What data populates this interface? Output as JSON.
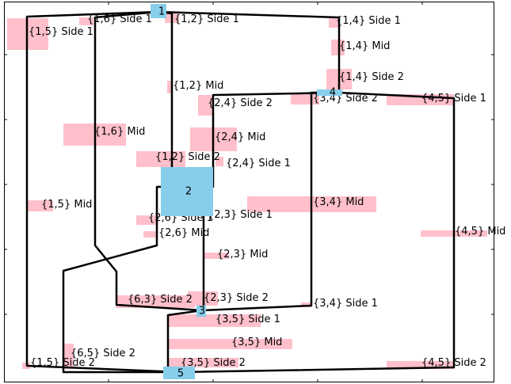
{
  "colors": {
    "node": "#87CEEB",
    "label_box": "#FFC0CB",
    "edge": "#000000",
    "frame": "#000000",
    "background": "#FFFFFF"
  },
  "nodes": [
    {
      "id": "1",
      "label": "1"
    },
    {
      "id": "2",
      "label": "2"
    },
    {
      "id": "3",
      "label": "3"
    },
    {
      "id": "4",
      "label": "4"
    },
    {
      "id": "5",
      "label": "5"
    }
  ],
  "edge_labels": [
    "{1,2} Side 1",
    "{1,2} Mid",
    "{1,2} Side 2",
    "{1,4} Side 1",
    "{1,4} Mid",
    "{1,4} Side 2",
    "{1,5} Side 1",
    "{1,5} Mid",
    "{1,5} Side 2",
    "{1,6} Side 1",
    "{1,6} Mid",
    "{2,4} Side 2",
    "{2,4} Mid",
    "{2,4} Side 1",
    "{2,6} Side 1",
    "{2,6} Mid",
    "{2,3} Side 1",
    "{2,3} Mid",
    "{2,3} Side 2",
    "{3,4} Side 2",
    "{3,4} Mid",
    "{3,4} Side 1",
    "{4,5} Side 1",
    "{4,5} Mid",
    "{4,5} Side 2",
    "{6,3} Side 2",
    "{6,5} Side 2",
    "{3,5} Side 1",
    "{3,5} Mid",
    "{3,5} Side 2"
  ]
}
